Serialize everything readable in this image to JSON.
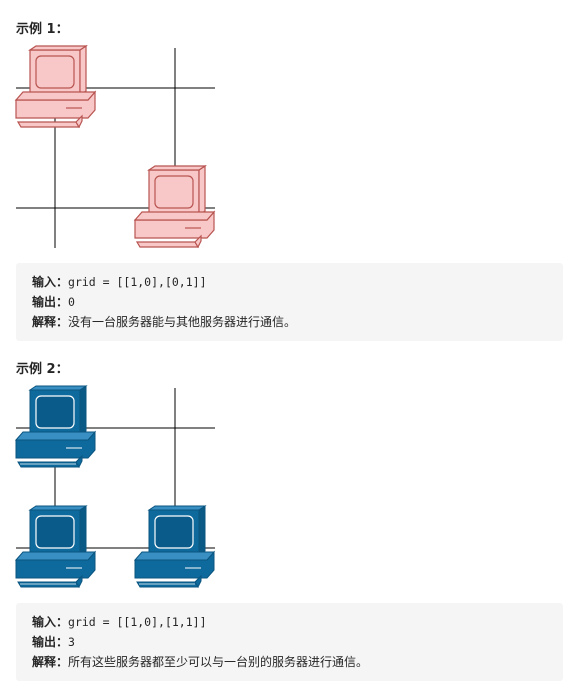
{
  "examples": [
    {
      "title": "示例 1：",
      "input_label": "输入：",
      "input_value": "grid = [[1,0],[0,1]]",
      "output_label": "输出：",
      "output_value": "0",
      "explain_label": "解释：",
      "explain_value": "没有一台服务器能与其他服务器进行通信。",
      "computer_color": "#f8c8c8",
      "computer_stroke": "#b85450"
    },
    {
      "title": "示例 2：",
      "input_label": "输入：",
      "input_value": "grid = [[1,0],[1,1]]",
      "output_label": "输出：",
      "output_value": "3",
      "explain_label": "解释：",
      "explain_value": "所有这些服务器都至少可以与一台别的服务器进行通信。",
      "computer_color": "#0e6a9c",
      "computer_stroke": "#0b5580"
    }
  ]
}
